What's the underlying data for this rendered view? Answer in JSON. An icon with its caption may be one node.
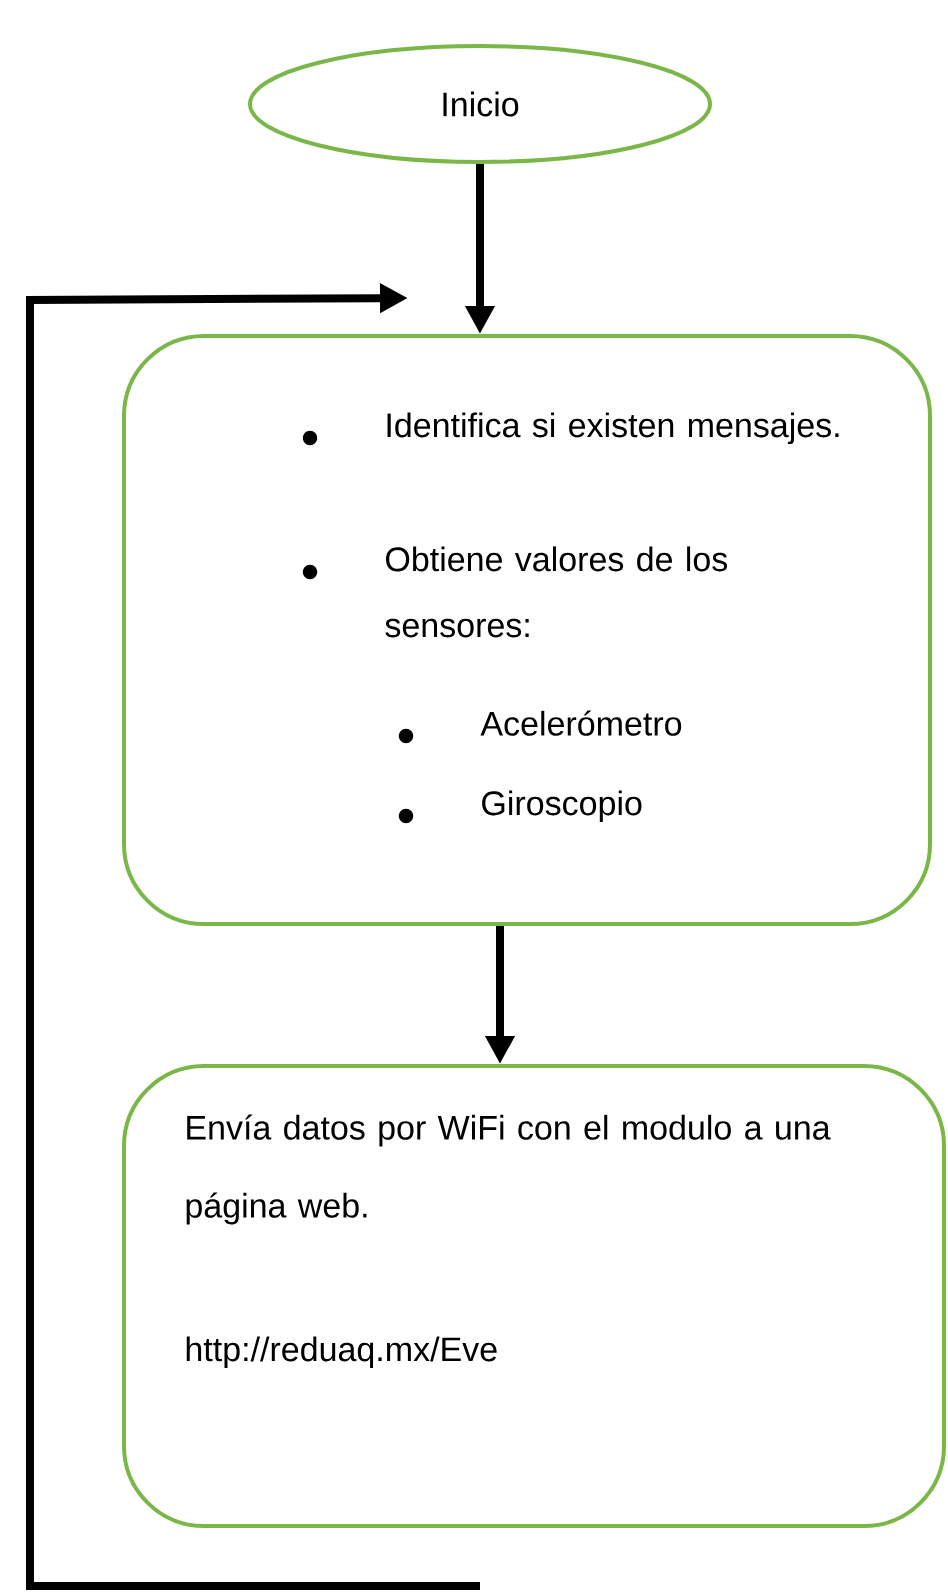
{
  "diagram": {
    "nodes": [
      {
        "text": [
          "Inicio"
        ]
      },
      {
        "text": [
          "Identifica si existen mensajes.",
          "Obtiene valores de los sensores:",
          "Acelerómetro",
          "Giroscopio"
        ]
      },
      {
        "text": [
          "Envía datos por WiFi con el modulo a una página web.",
          "http://reduaq.mx/Eve"
        ]
      }
    ],
    "edges": [
      {
        "from": 0,
        "to": 1,
        "arrow": "to"
      },
      {
        "from": 1,
        "to": 2,
        "arrow": "to"
      },
      {
        "from": null,
        "to": 1,
        "arrow": "to"
      }
    ]
  }
}
